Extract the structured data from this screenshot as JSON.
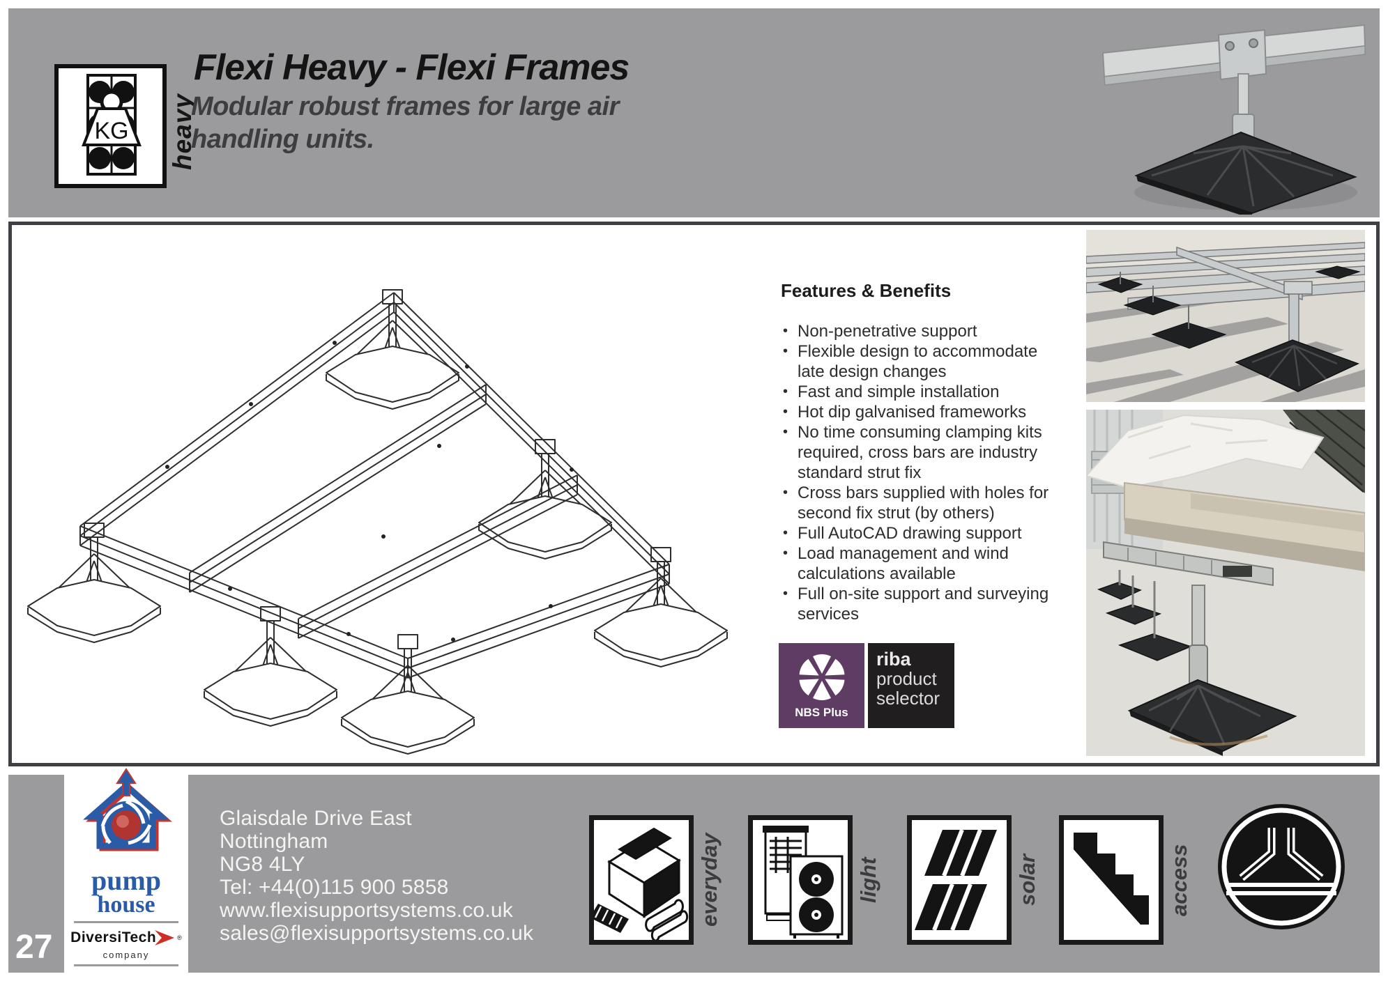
{
  "header": {
    "title": "Flexi Heavy - Flexi Frames",
    "subtitle_line1": "Modular robust frames for large air",
    "subtitle_line2": "handling units.",
    "badge": {
      "kg_label": "KG",
      "side_label": "heavy"
    }
  },
  "features": {
    "heading": "Features & Benefits",
    "items": [
      "Non-penetrative support",
      "Flexible design to accommodate late design changes",
      "Fast and simple installation",
      "Hot dip galvanised frameworks",
      "No time consuming clamping kits required, cross bars are industry standard strut fix",
      "Cross bars supplied with holes for second fix strut (by others)",
      "Full AutoCAD drawing support",
      "Load management and wind calculations available",
      "Full on-site support and surveying services"
    ]
  },
  "badges": {
    "nbs": {
      "label": "NBS Plus",
      "bg_color": "#5e3c63"
    },
    "riba": {
      "line1": "riba",
      "line2": "product",
      "line3": "selector",
      "bg_color": "#211e1f"
    }
  },
  "footer": {
    "page_number": "27",
    "logo": {
      "word1": "pump",
      "word2": "house",
      "brand": "DiversiTech",
      "brand_reg": "®",
      "company": "company"
    },
    "address": [
      "Glaisdale Drive East",
      "Nottingham",
      "NG8 4LY",
      "Tel: +44(0)115 900 5858",
      "www.flexisupportsystems.co.uk",
      "sales@flexisupportsystems.co.uk"
    ],
    "categories": [
      {
        "label": "everyday"
      },
      {
        "label": "light"
      },
      {
        "label": "solar"
      },
      {
        "label": "access"
      }
    ]
  },
  "colors": {
    "band_gray": "#9b9b9d",
    "box_border": "#3f4043",
    "nbs_purple": "#5e3c63",
    "riba_black": "#211e1f",
    "pump_blue": "#2a5ba7",
    "pump_red": "#c23630",
    "text_dark": "#2d2d2f"
  }
}
